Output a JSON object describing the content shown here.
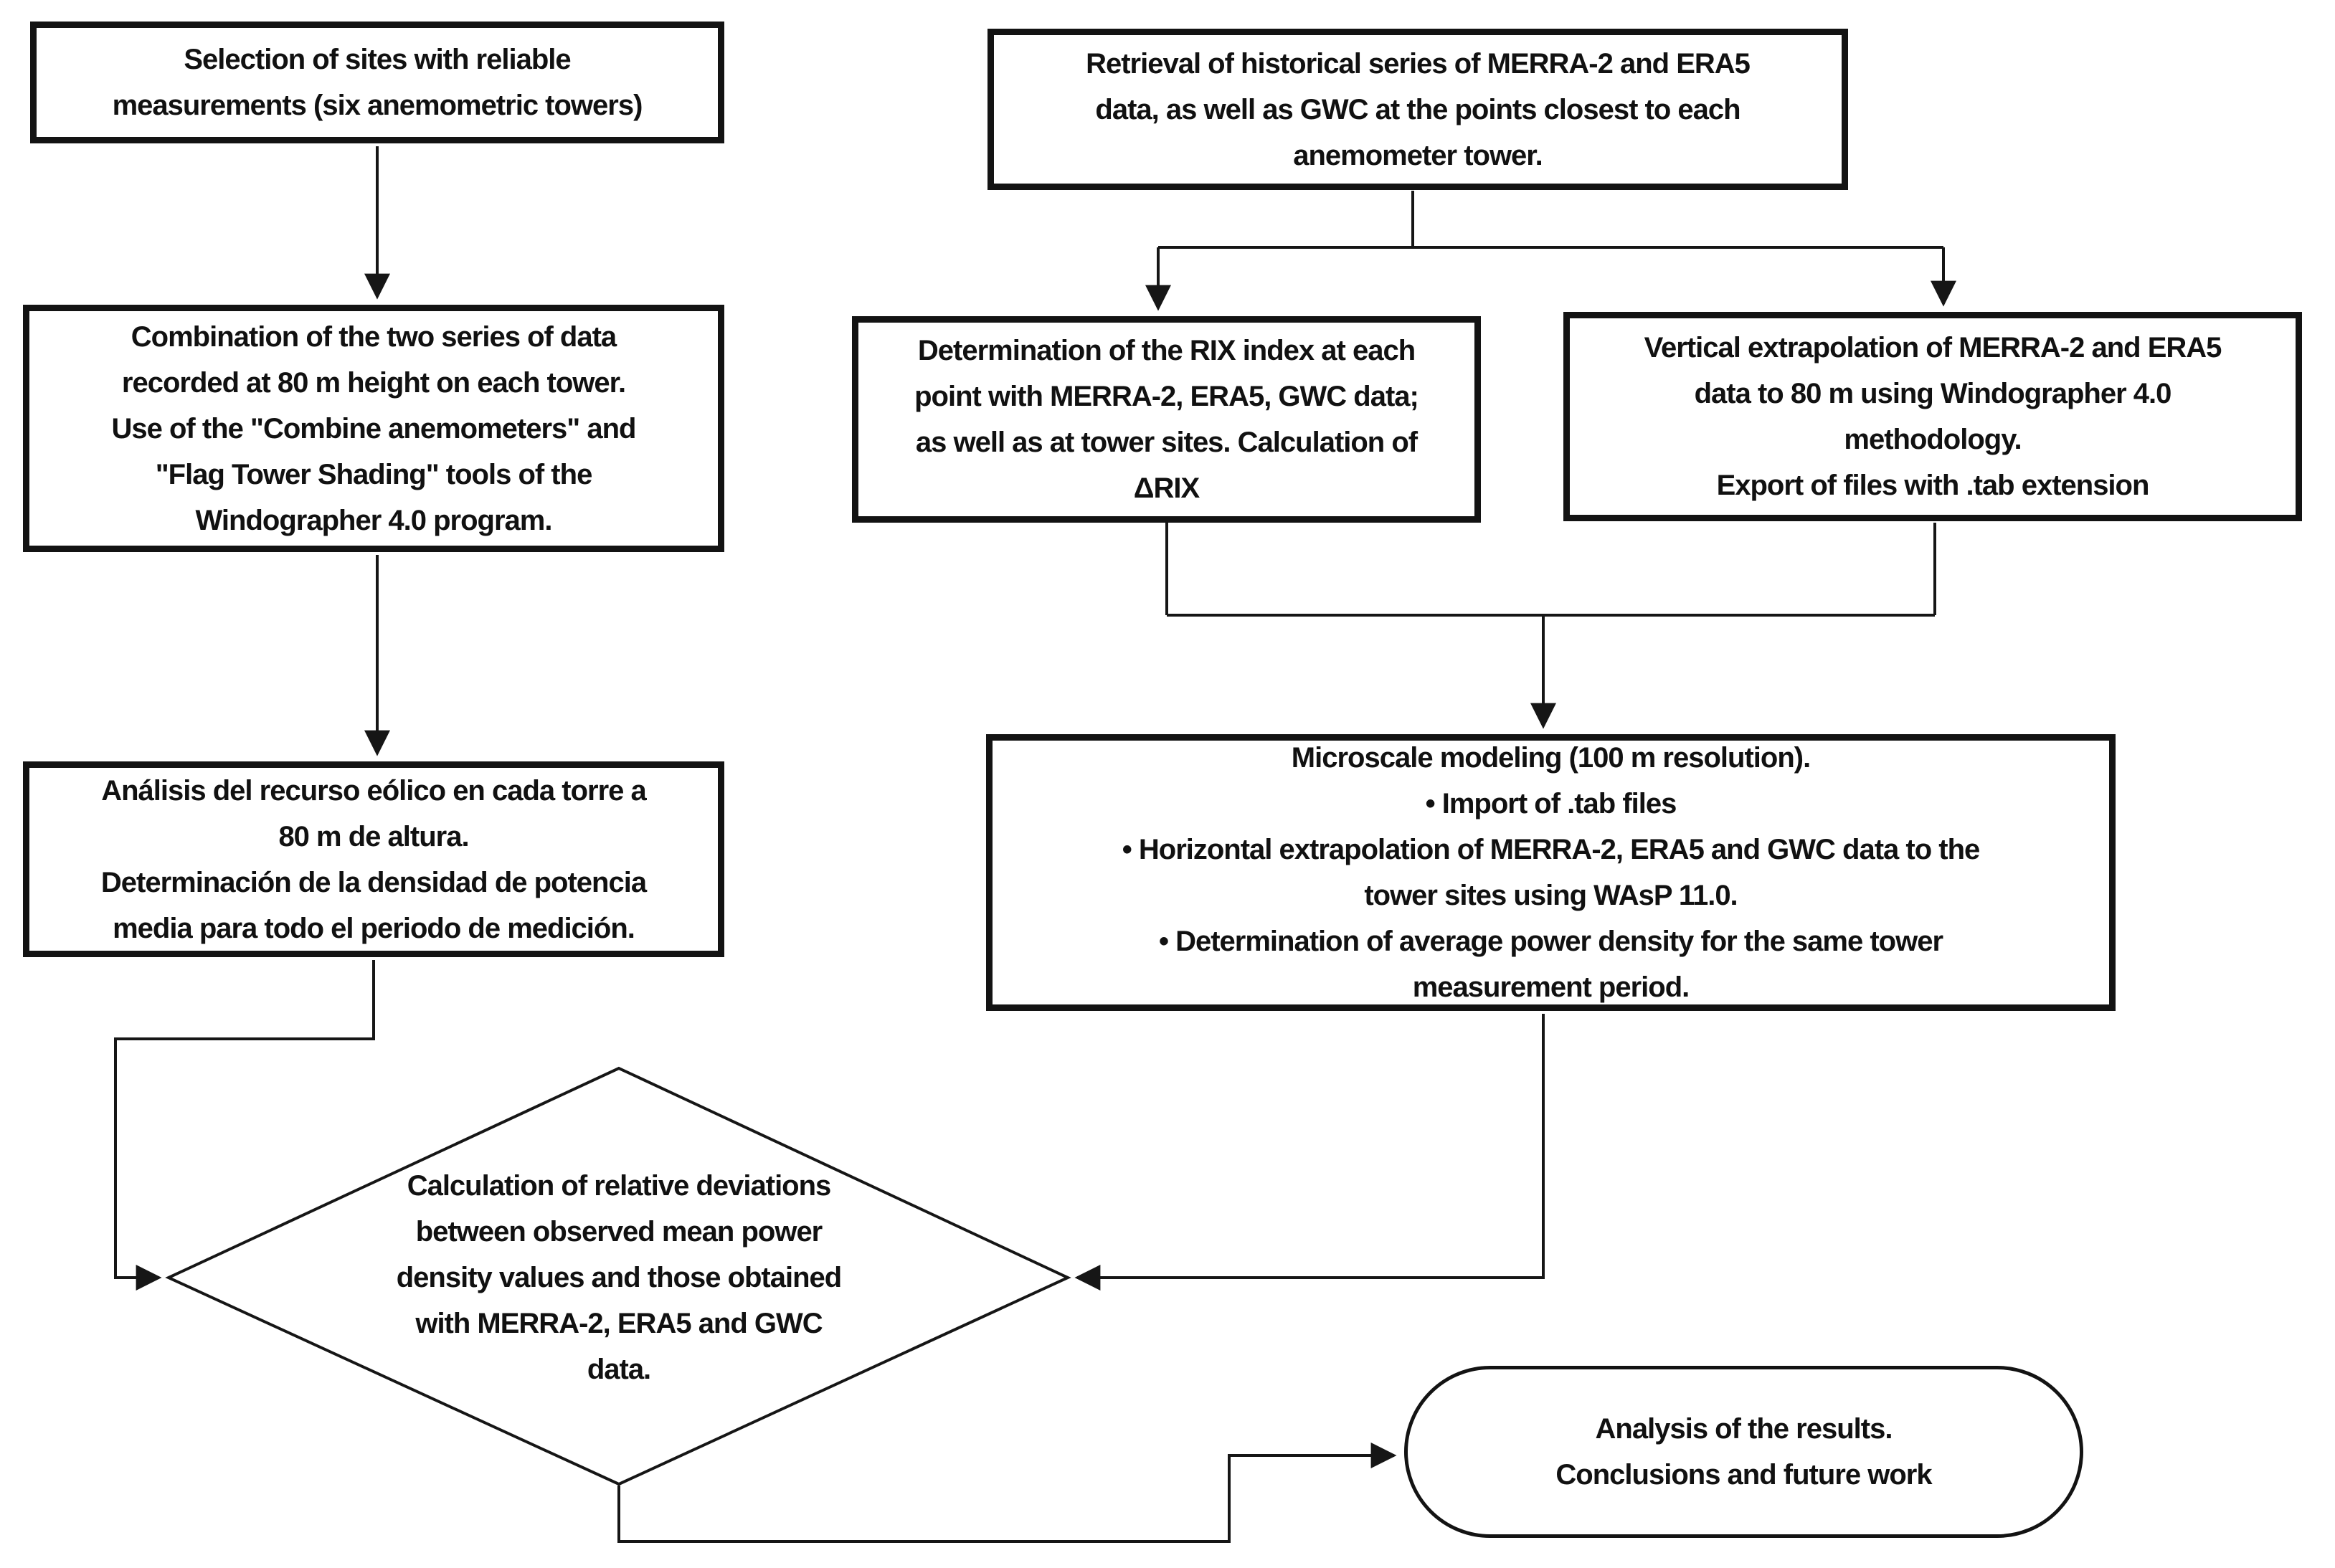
{
  "colors": {
    "ink": "#131313",
    "background": "#ffffff"
  },
  "nodes": {
    "selection": {
      "lines": [
        "Selection of sites with reliable",
        "measurements (six anemometric towers)"
      ]
    },
    "retrieval": {
      "lines": [
        "Retrieval of historical series of MERRA-2 and ERA5",
        "data, as well as GWC at the points closest to each",
        "anemometer tower."
      ]
    },
    "combination": {
      "lines": [
        "Combination of the two series of data",
        "recorded at 80 m height on each tower.",
        "Use of the \"Combine anemometers\" and",
        "\"Flag Tower Shading\" tools of the",
        "Windographer 4.0 program."
      ]
    },
    "rix": {
      "lines": [
        "Determination of the RIX index at each",
        "point with MERRA-2, ERA5, GWC data;",
        "as well as at tower sites. Calculation of",
        "ΔRIX"
      ]
    },
    "vertical_extrapolation": {
      "lines": [
        "Vertical extrapolation of MERRA-2 and ERA5",
        "data to 80 m using Windographer 4.0",
        "methodology.",
        "Export of files with .tab extension"
      ]
    },
    "wind_analysis": {
      "lines": [
        "Análisis del recurso eólico en cada torre a",
        "80 m de altura.",
        "Determinación de la densidad de potencia",
        "media para todo el periodo de medición."
      ]
    },
    "microscale": {
      "lines": [
        "Microscale modeling (100 m resolution).",
        "•   Import of .tab files",
        "•   Horizontal extrapolation of MERRA-2, ERA5 and GWC data to the",
        "tower sites using WAsP 11.0.",
        "•   Determination of average power density for the same tower",
        "measurement period."
      ]
    },
    "deviation_decision": {
      "lines": [
        "Calculation of relative deviations",
        "between observed mean power",
        "density values and those obtained",
        "with MERRA-2, ERA5 and GWC",
        "data."
      ]
    },
    "results": {
      "lines": [
        "Analysis of the results.",
        "Conclusions and future work"
      ]
    }
  }
}
